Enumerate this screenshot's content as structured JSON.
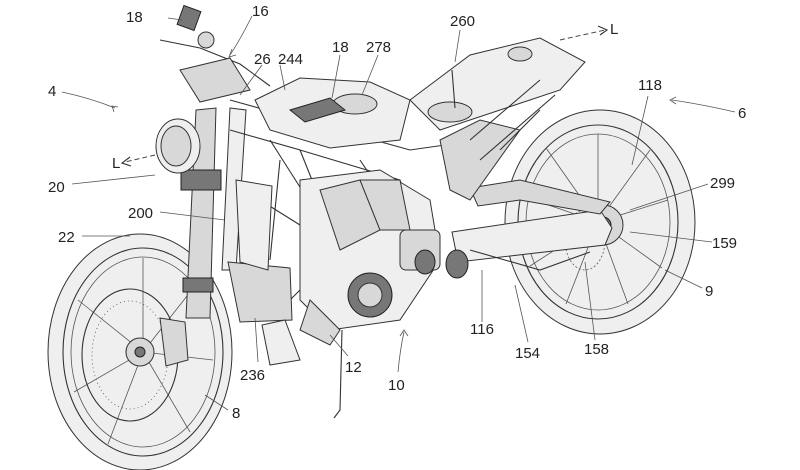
{
  "figure": {
    "labels": {
      "l4": "4",
      "l6": "6",
      "l8": "8",
      "l9": "9",
      "l10": "10",
      "l12": "12",
      "l16": "16",
      "l18a": "18",
      "l18b": "18",
      "l20": "20",
      "l22": "22",
      "l26": "26",
      "l116": "116",
      "l118": "118",
      "l154": "154",
      "l158": "158",
      "l159": "159",
      "l200": "200",
      "l236": "236",
      "l244": "244",
      "l260": "260",
      "l278": "278",
      "l299": "299",
      "axisLeft": "L",
      "axisRight": "L"
    }
  }
}
